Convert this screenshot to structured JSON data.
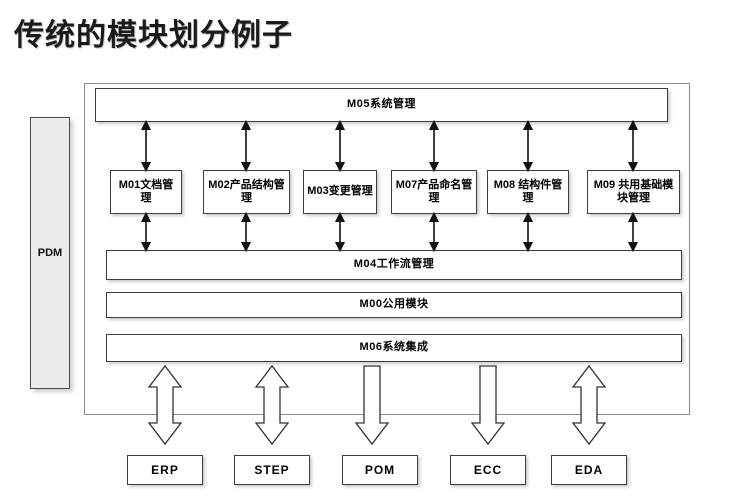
{
  "title": "传统的模块划分例子",
  "side": {
    "label": "PDM"
  },
  "bars": {
    "top": "M05系统管理",
    "workflow": "M04工作流管理",
    "common": "M00公用模块",
    "integration": "M06系统集成"
  },
  "modules": [
    {
      "id": "M01",
      "label": "M01文档管理"
    },
    {
      "id": "M02",
      "label": "M02产品结构管理"
    },
    {
      "id": "M03",
      "label": "M03变更管理"
    },
    {
      "id": "M07",
      "label": "M07产品命名管理"
    },
    {
      "id": "M08",
      "label": "M08 结构件管理"
    },
    {
      "id": "M09",
      "label": "M09 共用基础模块管理"
    }
  ],
  "externals": [
    {
      "id": "ERP",
      "label": "ERP",
      "direction": "both"
    },
    {
      "id": "STEP",
      "label": "STEP",
      "direction": "both"
    },
    {
      "id": "POM",
      "label": "POM",
      "direction": "down"
    },
    {
      "id": "ECC",
      "label": "ECC",
      "direction": "down"
    },
    {
      "id": "EDA",
      "label": "EDA",
      "direction": "both"
    }
  ],
  "colors": {
    "background": "#ffffff",
    "box_fill": "#ffffff",
    "side_fill": "#ececec",
    "border": "#3d3d3d",
    "frame_border": "#8a8a96",
    "text": "#000000",
    "title_text": "#1a1a1a"
  }
}
